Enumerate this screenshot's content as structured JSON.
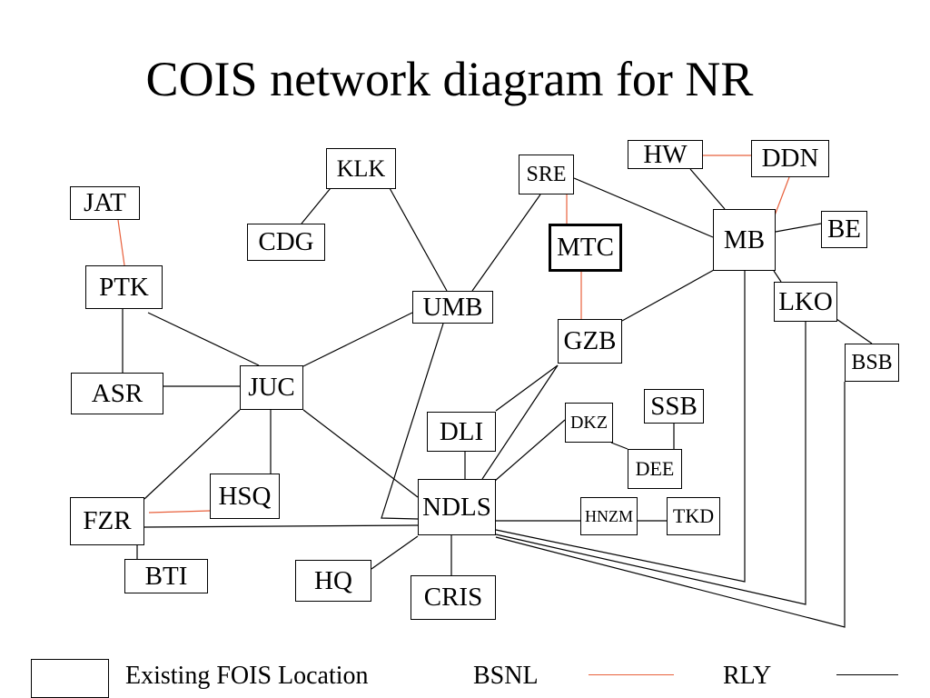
{
  "title": "COIS network diagram for NR",
  "colors": {
    "bsnl": "#e8603c",
    "rly": "#000000"
  },
  "nodes": {
    "KLK": "KLK",
    "SRE": "SRE",
    "HW": "HW",
    "DDN": "DDN",
    "JAT": "JAT",
    "CDG": "CDG",
    "MTC": "MTC",
    "MB": "MB",
    "BE": "BE",
    "PTK": "PTK",
    "UMB": "UMB",
    "LKO": "LKO",
    "GZB": "GZB",
    "BSB": "BSB",
    "ASR": "ASR",
    "JUC": "JUC",
    "SSB": "SSB",
    "DLI": "DLI",
    "DKZ": "DKZ",
    "DEE": "DEE",
    "HSQ": "HSQ",
    "FZR": "FZR",
    "NDLS": "NDLS",
    "HNZM": "HNZM",
    "TKD": "TKD",
    "BTI": "BTI",
    "HQ": "HQ",
    "CRIS": "CRIS"
  },
  "links": [
    [
      "KLK",
      "CDG",
      "rly"
    ],
    [
      "KLK",
      "UMB",
      "rly"
    ],
    [
      "SRE",
      "UMB",
      "rly"
    ],
    [
      "SRE",
      "MB",
      "rly"
    ],
    [
      "SRE",
      "MTC",
      "bsnl"
    ],
    [
      "MTC",
      "GZB",
      "bsnl"
    ],
    [
      "HW",
      "DDN",
      "bsnl"
    ],
    [
      "HW",
      "MB",
      "rly"
    ],
    [
      "DDN",
      "MB",
      "bsnl"
    ],
    [
      "MB",
      "BE",
      "rly"
    ],
    [
      "MB",
      "LKO",
      "rly"
    ],
    [
      "MB",
      "GZB",
      "rly"
    ],
    [
      "LKO",
      "BSB",
      "rly"
    ],
    [
      "JAT",
      "PTK",
      "bsnl"
    ],
    [
      "PTK",
      "JUC",
      "rly"
    ],
    [
      "PTK",
      "ASR",
      "rly"
    ],
    [
      "ASR",
      "JUC",
      "rly"
    ],
    [
      "JUC",
      "UMB",
      "rly"
    ],
    [
      "JUC",
      "HSQ",
      "rly"
    ],
    [
      "JUC",
      "FZR",
      "rly"
    ],
    [
      "JUC",
      "NDLS",
      "rly"
    ],
    [
      "FZR",
      "HSQ",
      "bsnl"
    ],
    [
      "FZR",
      "NDLS",
      "rly"
    ],
    [
      "FZR",
      "BTI",
      "rly"
    ],
    [
      "UMB",
      "NDLS",
      "rly"
    ],
    [
      "GZB",
      "DLI",
      "rly"
    ],
    [
      "GZB",
      "NDLS",
      "rly"
    ],
    [
      "DLI",
      "NDLS",
      "rly"
    ],
    [
      "DKZ",
      "NDLS",
      "rly"
    ],
    [
      "DKZ",
      "DEE",
      "rly"
    ],
    [
      "SSB",
      "DEE",
      "rly"
    ],
    [
      "NDLS",
      "HNZM",
      "rly"
    ],
    [
      "HNZM",
      "TKD",
      "rly"
    ],
    [
      "NDLS",
      "HQ",
      "rly"
    ],
    [
      "NDLS",
      "CRIS",
      "rly"
    ],
    [
      "NDLS",
      "MB",
      "rly"
    ],
    [
      "NDLS",
      "LKO",
      "rly"
    ],
    [
      "NDLS",
      "BSB",
      "rly"
    ]
  ],
  "legend": {
    "box_label": "Existing FOIS Location",
    "bsnl_label": "BSNL",
    "rly_label": "RLY"
  }
}
